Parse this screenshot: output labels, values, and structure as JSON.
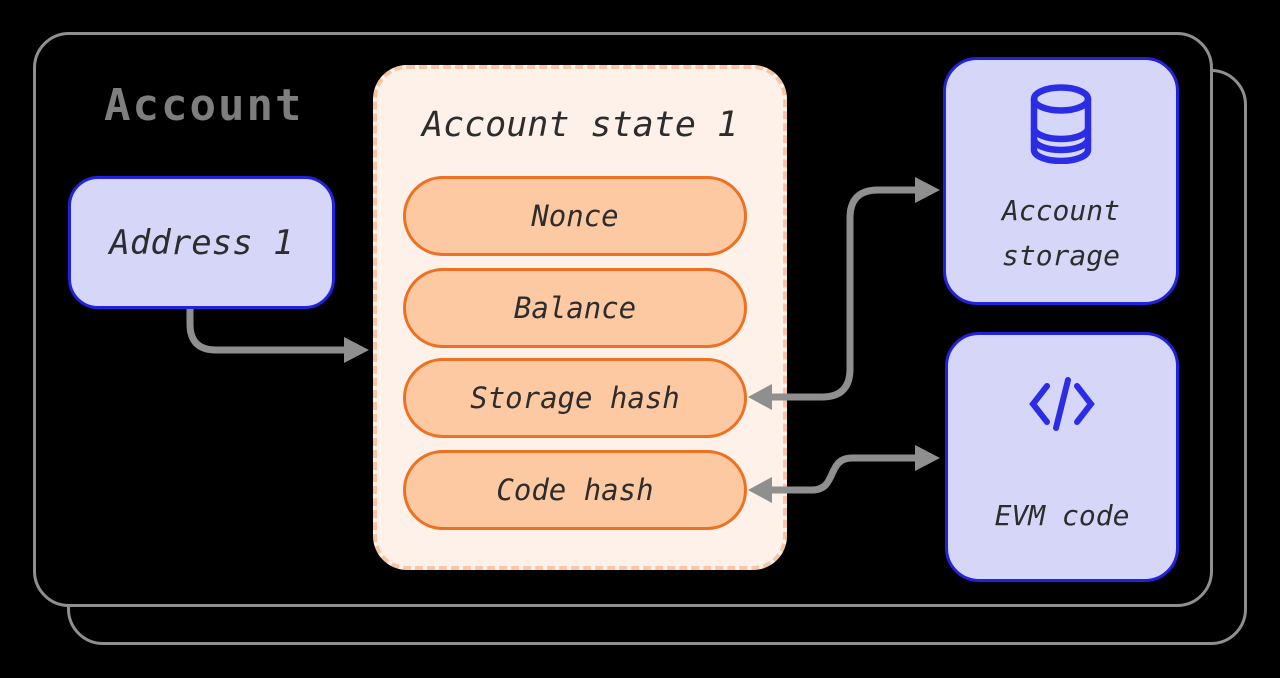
{
  "diagram": {
    "title": "Account",
    "address_box": {
      "label": "Address 1"
    },
    "state_box": {
      "title": "Account state 1",
      "fields": [
        "Nonce",
        "Balance",
        "Storage hash",
        "Code hash"
      ]
    },
    "storage_box": {
      "icon": "database-icon",
      "label_line1": "Account",
      "label_line2": "storage"
    },
    "evm_box": {
      "icon": "code-icon",
      "label": "EVM code"
    },
    "arrows": [
      {
        "from": "address-box",
        "to": "account-state-box",
        "heads": [
          "end"
        ]
      },
      {
        "from": "storage-hash-pill",
        "to": "account-storage-box",
        "heads": [
          "start",
          "end"
        ]
      },
      {
        "from": "code-hash-pill",
        "to": "evm-code-box",
        "heads": [
          "start",
          "end"
        ]
      }
    ],
    "colors": {
      "background": "#000000",
      "frame_gray": "#8f8f8f",
      "title_gray": "#7e7e7e",
      "lavender_fill": "#d6d7f8",
      "blue_border": "#2122dd",
      "icon_blue": "#2b2de6",
      "cream_fill": "#fdf1e9",
      "dash_orange": "#f8c5a5",
      "pill_fill": "#fdc9a2",
      "pill_border": "#ee7020",
      "text_dark": "#2d2d2e",
      "arrow_gray": "#8f8f8f"
    }
  }
}
